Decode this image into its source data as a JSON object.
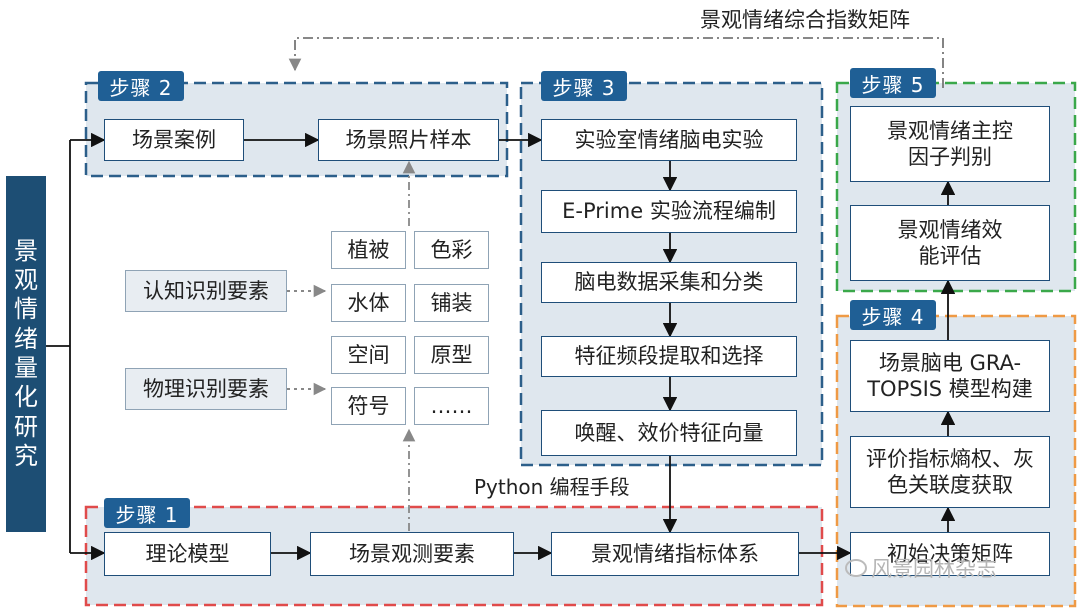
{
  "title_chars": [
    "景",
    "观",
    "情",
    "绪",
    "量",
    "化",
    "研",
    "究"
  ],
  "top_label": "景观情绪综合指数矩阵",
  "python_label": "Python 编程手段",
  "steps": {
    "step1": "步骤 1",
    "step2": "步骤 2",
    "step3": "步骤 3",
    "step4": "步骤 4",
    "step5": "步骤 5"
  },
  "step2_boxes": [
    "场景案例",
    "场景照片样本"
  ],
  "step3_boxes": [
    "实验室情绪脑电实验",
    "E-Prime 实验流程编制",
    "脑电数据采集和分类",
    "特征频段提取和选择",
    "唤醒、效价特征向量"
  ],
  "step1_boxes": [
    "理论模型",
    "场景观测要素",
    "景观情绪指标体系"
  ],
  "step4_boxes": [
    "初始决策矩阵",
    "评价指标熵权、灰色关联度获取",
    "场景脑电 GRA-TOPSIS 模型构建"
  ],
  "step5_boxes": [
    "景观情绪效能评估",
    "景观情绪主控因子判别"
  ],
  "cognitive_label": "认知识别要素",
  "physical_label": "物理识别要素",
  "elements": [
    "植被",
    "色彩",
    "水体",
    "铺装",
    "空间",
    "原型",
    "符号",
    "……"
  ],
  "watermark": "风景园林杂志",
  "colors": {
    "step_badge": "#1f5f95",
    "step1_border": "#e04b4b",
    "step2_border": "#2c5f8a",
    "step3_border": "#2c5f8a",
    "step4_border": "#ef9a45",
    "step5_border": "#3aa84a",
    "region_fill": "#dfe7ee",
    "title_fill": "#1d4e74"
  }
}
